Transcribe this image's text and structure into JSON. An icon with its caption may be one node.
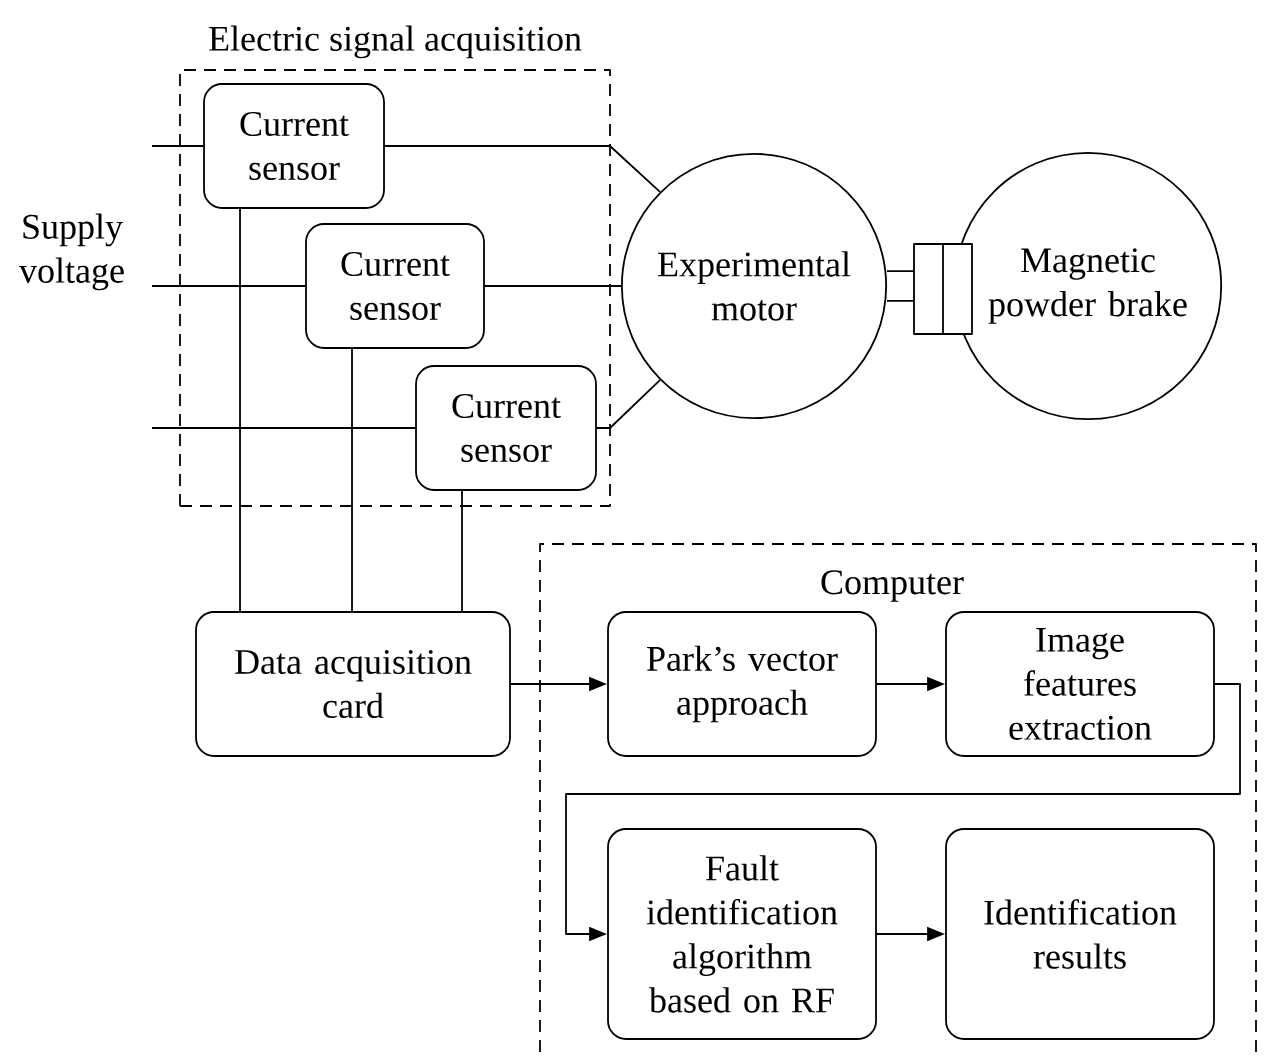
{
  "diagram": {
    "nodes": [
      {
        "text": [
          "Electric signal acquisition"
        ]
      },
      {
        "text": [
          "Current sensor"
        ],
        "in": 0
      },
      {
        "text": [
          "Current sensor"
        ],
        "in": 0
      },
      {
        "text": [
          "Current sensor"
        ],
        "in": 0
      },
      {
        "text": [
          "Experimental motor"
        ]
      },
      {
        "text": [
          "Magnetic powder brake"
        ]
      },
      {
        "text": [
          "Data acquisition card"
        ]
      },
      {
        "text": [
          "Computer"
        ]
      },
      {
        "text": [
          "Park’s vector approach"
        ],
        "in": 7
      },
      {
        "text": [
          "Image features extraction"
        ],
        "in": 7
      },
      {
        "text": [
          "Fault identification algorithm based on RF"
        ],
        "in": 7
      },
      {
        "text": [
          "Identification results"
        ],
        "in": 7
      }
    ],
    "edges": [
      {
        "from": null,
        "to": 1,
        "arrow": "none"
      },
      {
        "from": null,
        "to": 2,
        "arrow": "none"
      },
      {
        "from": null,
        "to": 3,
        "arrow": "none"
      },
      {
        "from": 1,
        "to": 4,
        "arrow": "none"
      },
      {
        "from": 2,
        "to": 4,
        "arrow": "none"
      },
      {
        "from": 3,
        "to": 4,
        "arrow": "none"
      },
      {
        "from": 4,
        "to": 5,
        "arrow": "none",
        "style": "thick"
      },
      {
        "from": 1,
        "to": 6,
        "arrow": "none"
      },
      {
        "from": 2,
        "to": 6,
        "arrow": "none"
      },
      {
        "from": 3,
        "to": 6,
        "arrow": "none"
      },
      {
        "from": 6,
        "to": 8,
        "arrow": "to"
      },
      {
        "from": 8,
        "to": 9,
        "arrow": "to"
      },
      {
        "from": 9,
        "to": 10,
        "arrow": "to"
      },
      {
        "from": 10,
        "to": 11,
        "arrow": "to"
      }
    ],
    "labels": [
      "Supply voltage"
    ]
  }
}
